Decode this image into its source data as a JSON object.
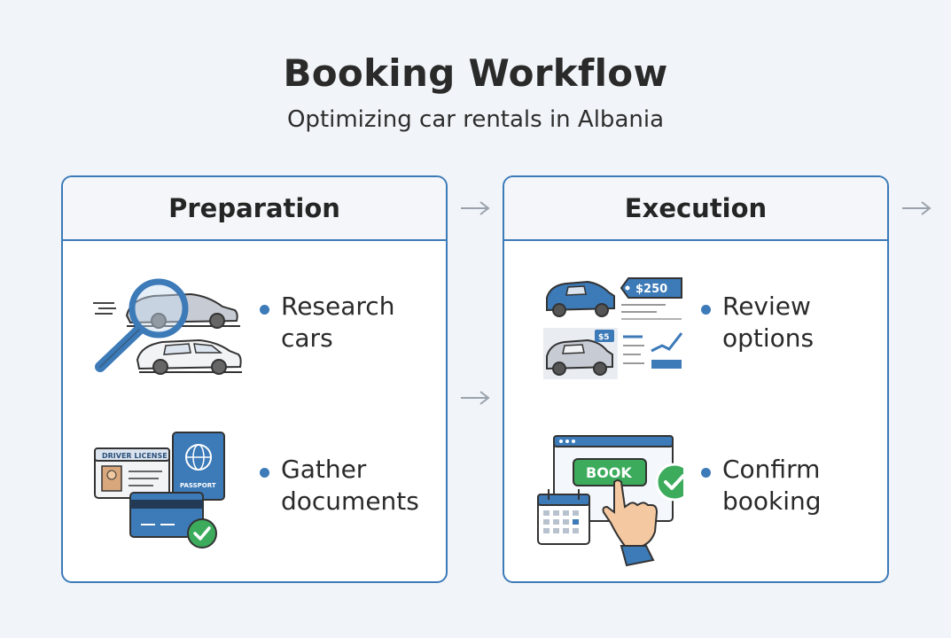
{
  "header": {
    "title": "Booking Workflow",
    "subtitle": "Optimizing car rentals in Albania"
  },
  "colors": {
    "accent": "#3c7ab8",
    "success": "#3cab5c",
    "background": "#f1f4f8"
  },
  "phases": [
    {
      "title": "Preparation",
      "steps": [
        {
          "label_line1": "Research",
          "label_line2": "cars",
          "icon": "magnifier-car-icon"
        },
        {
          "label_line1": "Gather",
          "label_line2": "documents",
          "icon": "documents-icon"
        }
      ]
    },
    {
      "title": "Execution",
      "steps": [
        {
          "label_line1": "Review",
          "label_line2": "options",
          "icon": "price-compare-icon"
        },
        {
          "label_line1": "Confirm",
          "label_line2": "booking",
          "icon": "book-click-icon"
        }
      ]
    }
  ],
  "illustration_text": {
    "driver_license": "DRIVER LICENSE",
    "passport": "PASSPORT",
    "price_high": "$250",
    "price_low": "$5",
    "book_button": "BOOK"
  }
}
